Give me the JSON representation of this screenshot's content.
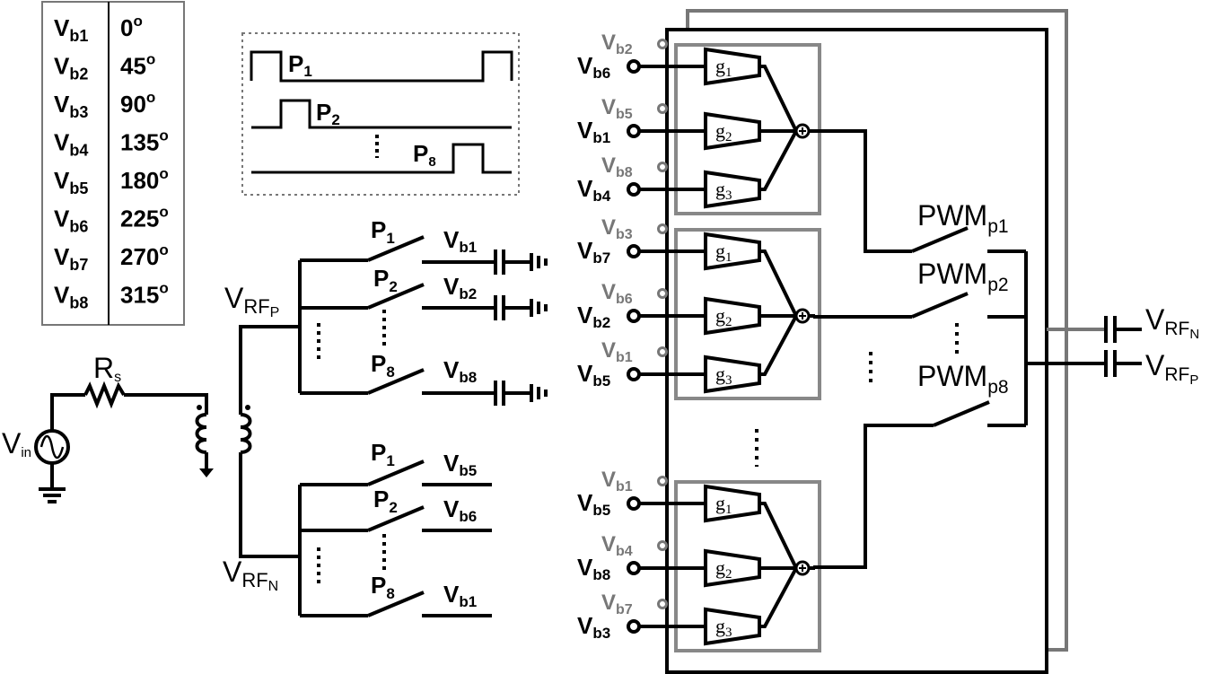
{
  "phase_table": {
    "headers_hidden": true,
    "rows": [
      {
        "sig": "V",
        "sub": "b1",
        "phase": "0",
        "deg": "o"
      },
      {
        "sig": "V",
        "sub": "b2",
        "phase": "45",
        "deg": "o"
      },
      {
        "sig": "V",
        "sub": "b3",
        "phase": "90",
        "deg": "o"
      },
      {
        "sig": "V",
        "sub": "b4",
        "phase": "135",
        "deg": "o"
      },
      {
        "sig": "V",
        "sub": "b5",
        "phase": "180",
        "deg": "o"
      },
      {
        "sig": "V",
        "sub": "b6",
        "phase": "225",
        "deg": "o"
      },
      {
        "sig": "V",
        "sub": "b7",
        "phase": "270",
        "deg": "o"
      },
      {
        "sig": "V",
        "sub": "b8",
        "phase": "315",
        "deg": "o"
      }
    ]
  },
  "timing": {
    "p1": {
      "main": "P",
      "sub": "1"
    },
    "p2": {
      "main": "P",
      "sub": "2"
    },
    "p8": {
      "main": "P",
      "sub": "8"
    }
  },
  "source": {
    "vin": {
      "main": "V",
      "sub": "in"
    },
    "rs": {
      "main": "R",
      "sub": "s"
    }
  },
  "transformer": {
    "vrfp": {
      "main": "V",
      "sub": "RF",
      "subsub": "P"
    },
    "vrfn": {
      "main": "V",
      "sub": "RF",
      "subsub": "N"
    }
  },
  "upper_switches": [
    {
      "p_main": "P",
      "p_sub": "1",
      "v_main": "V",
      "v_sub": "b1"
    },
    {
      "p_main": "P",
      "p_sub": "2",
      "v_main": "V",
      "v_sub": "b2"
    },
    {
      "p_main": "P",
      "p_sub": "8",
      "v_main": "V",
      "v_sub": "b8"
    }
  ],
  "lower_switches": [
    {
      "p_main": "P",
      "p_sub": "1",
      "v_main": "V",
      "v_sub": "b5"
    },
    {
      "p_main": "P",
      "p_sub": "2",
      "v_main": "V",
      "v_sub": "b6"
    },
    {
      "p_main": "P",
      "p_sub": "8",
      "v_main": "V",
      "v_sub": "b1"
    }
  ],
  "blocks": [
    {
      "inputs": [
        {
          "gray_sub": "b2",
          "black_sub": "b6"
        },
        {
          "gray_sub": "b5",
          "black_sub": "b1"
        },
        {
          "gray_sub": "b8",
          "black_sub": "b4"
        }
      ]
    },
    {
      "inputs": [
        {
          "gray_sub": "b3",
          "black_sub": "b7"
        },
        {
          "gray_sub": "b6",
          "black_sub": "b2"
        },
        {
          "gray_sub": "b1",
          "black_sub": "b5"
        }
      ]
    },
    {
      "inputs": [
        {
          "gray_sub": "b1",
          "black_sub": "b5"
        },
        {
          "gray_sub": "b4",
          "black_sub": "b8"
        },
        {
          "gray_sub": "b7",
          "black_sub": "b3"
        }
      ]
    }
  ],
  "gains": [
    {
      "main": "g",
      "sub": "1"
    },
    {
      "main": "g",
      "sub": "2"
    },
    {
      "main": "g",
      "sub": "3"
    }
  ],
  "pwm": {
    "p1": {
      "main": "PWM",
      "sub": "p1"
    },
    "p2": {
      "main": "PWM",
      "sub": "p2"
    },
    "p8": {
      "main": "PWM",
      "sub": "p8"
    }
  },
  "outputs": {
    "n": {
      "main": "V",
      "sub": "RF",
      "subsub": "N"
    },
    "p": {
      "main": "V",
      "sub": "RF",
      "subsub": "P"
    }
  },
  "colors": {
    "wire": "#000000",
    "gray": "#777777",
    "box": "#888888"
  }
}
